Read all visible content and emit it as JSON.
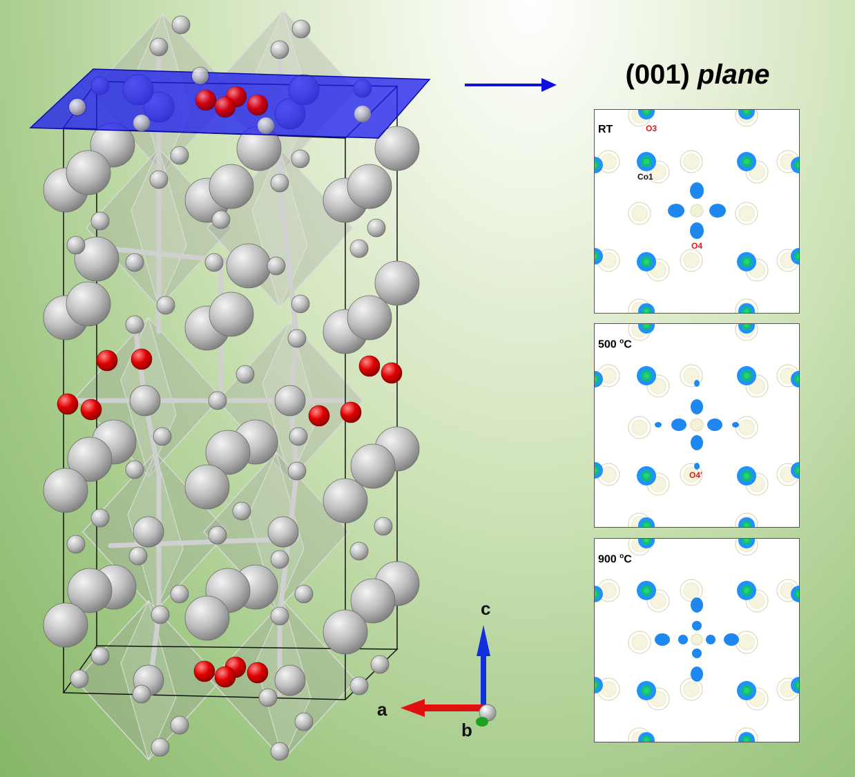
{
  "figure": {
    "plane_title": {
      "main": "(001)",
      "italic": "plane"
    },
    "panels": [
      {
        "label": "RT",
        "labels": {
          "o3": "O3",
          "co1": "Co1",
          "o4": "O4"
        }
      },
      {
        "label_num": "500",
        "label_sup": "o",
        "label_unit": "C",
        "labels": {
          "o4p": "O4'"
        }
      },
      {
        "label_num": "900",
        "label_sup": "o",
        "label_unit": "C"
      }
    ],
    "axes": {
      "c": "c",
      "a": "a",
      "b": "b"
    },
    "colors": {
      "plane": "#2020ee",
      "oxygen": "#e60000",
      "atom": "#c8c8c8",
      "density_blue": "#1e90ff",
      "density_green": "#00c080",
      "arrow_blue": "#1010dd",
      "axis_c": "#1030e0",
      "axis_a": "#e01010",
      "axis_b": "#20a020"
    }
  }
}
